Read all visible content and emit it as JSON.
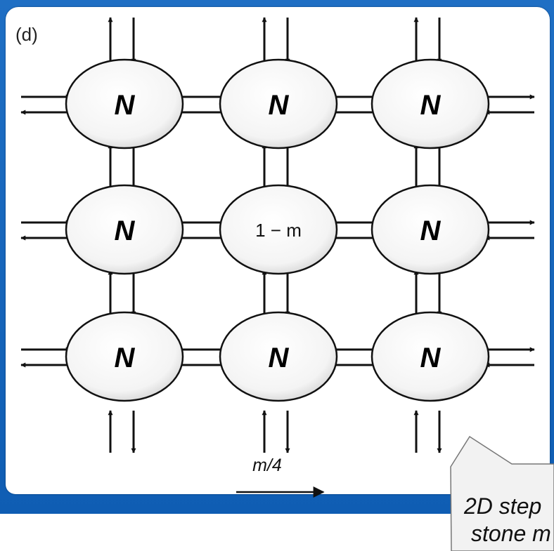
{
  "diagram": {
    "panel_label": "(d)",
    "node_label": "N",
    "center_label": "1 − m",
    "rate_label": "m/4",
    "grid": {
      "rows": 3,
      "cols": 3,
      "center_row": 1,
      "center_col": 1
    }
  },
  "callout": {
    "line1": "2D step",
    "line2": "stone m"
  },
  "colors": {
    "frame_blue": "#1565c0",
    "node_edge": "#111111",
    "arrow": "#111111",
    "callout_bg": "#f2f2f2"
  }
}
